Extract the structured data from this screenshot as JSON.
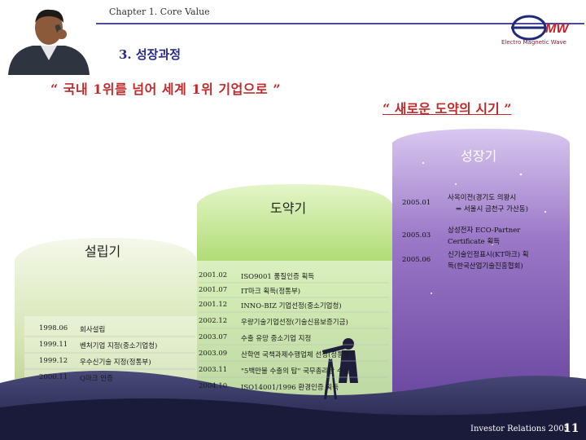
{
  "header": {
    "chapter": "Chapter 1. Core Value",
    "logo_text": "MW",
    "logo_sub": "Electro Magnetic Wave",
    "section_title": "3. 성장과정"
  },
  "quotes": {
    "left": "“ 국내 1위를 넘어 세계 1위 기업으로 ”",
    "right": "“ 새로운 도약의 시기 ”"
  },
  "phases": {
    "growth": "성장기",
    "leap": "도약기",
    "founding": "설립기"
  },
  "founding_events": [
    {
      "date": "1998.06",
      "text": "회사설립"
    },
    {
      "date": "1999.11",
      "text": "벤처기업 지정(중소기업청)"
    },
    {
      "date": "1999.12",
      "text": "우수신기술 지정(정통부)"
    },
    {
      "date": "2000.11",
      "text": "Q마크 인증"
    }
  ],
  "leap_events": [
    {
      "date": "2001.02",
      "text": "ISO9001 품질인증 획득"
    },
    {
      "date": "2001.07",
      "text": "IT마크 획득(정통부)"
    },
    {
      "date": "2001.12",
      "text": "INNO-BIZ 기업선정(중소기업청)"
    },
    {
      "date": "2002.12",
      "text": "우량기술기업선정(기술신용보증기금)"
    },
    {
      "date": "2003.07",
      "text": "수출 유망 중소기업 지정"
    },
    {
      "date": "2003.09",
      "text": "산학연 국책과제수행업체 선정(정통부)"
    },
    {
      "date": "2003.11",
      "text": "\"5백만불 수출의 탑\" 국무총리상 수상"
    },
    {
      "date": "2004.10",
      "text": "ISO14001/1996 환경인증 획득"
    }
  ],
  "growth_events": [
    {
      "date": "2005.01",
      "lines": [
        "사옥이전(경기도 의왕시",
        "⇒ 서울시 금천구 가산동)"
      ]
    },
    {
      "date": "2005.03",
      "lines": [
        "삼성전자 ECO-Partner",
        "Certificate 획득"
      ]
    },
    {
      "date": "2005.06",
      "lines": [
        "신기술인정표시(KT마크) 획",
        "득(한국산업기술진흥협회)"
      ]
    }
  ],
  "footer": {
    "label": "Investor Relations 2005",
    "page": "11"
  },
  "colors": {
    "title_blue": "#2a2a8a",
    "quote_red": "#c02a2a",
    "growth_purple": "#8a5fb8",
    "leap_green": "#7cbf3c",
    "founding_lime": "#b8d47a",
    "bottom_navy": "#2a2a5e"
  }
}
